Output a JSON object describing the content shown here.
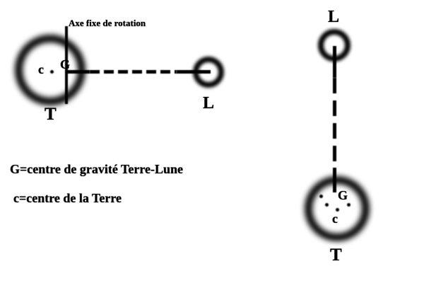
{
  "left_diagram": {
    "axis_label": "Axe fixe de rotation",
    "earth_label": "T",
    "moon_label": "L",
    "barycenter_label": "G",
    "earth_center_label": "c"
  },
  "right_diagram": {
    "moon_label": "L",
    "earth_label": "T",
    "barycenter_label": "G",
    "earth_center_label": "c"
  },
  "legend": {
    "line1": "G=centre de gravité Terre-Lune",
    "line2": "c=centre de la Terre"
  },
  "colors": {
    "ink": "#000000",
    "background": "#ffffff"
  }
}
